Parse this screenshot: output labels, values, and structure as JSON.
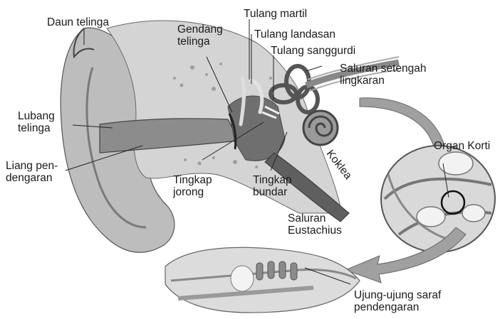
{
  "labels": {
    "daun_telinga": "Daun telinga",
    "gendang_telinga": "Gendang\ntelinga",
    "tulang_martil": "Tulang martil",
    "tulang_landasan": "Tulang landasan",
    "tulang_sanggurdi": "Tulang sanggurdi",
    "saluran_setengah_lingkaran": "Saluran setengah\nlingkaran",
    "lubang_telinga": "Lubang\ntelinga",
    "liang_pendengaran": "Liang pen-\ndengaran",
    "organ_korti": "Organ Korti",
    "koklea": "Koklea",
    "tingkap_jorong": "Tingkap\njorong",
    "tingkap_bundar": "Tingkap\nbundar",
    "saluran_eustachius": "Saluran\nEustachius",
    "ujung_saraf": "Ujung-ujung saraf\npendengaran"
  },
  "colors": {
    "ink": "#1a1a1a",
    "tissue": "#c9c9c9",
    "canal": "#8c8c8c",
    "bone": "#b3b3b3",
    "cavity": "#e6e6e6",
    "arrow": "#9a9a9a"
  }
}
